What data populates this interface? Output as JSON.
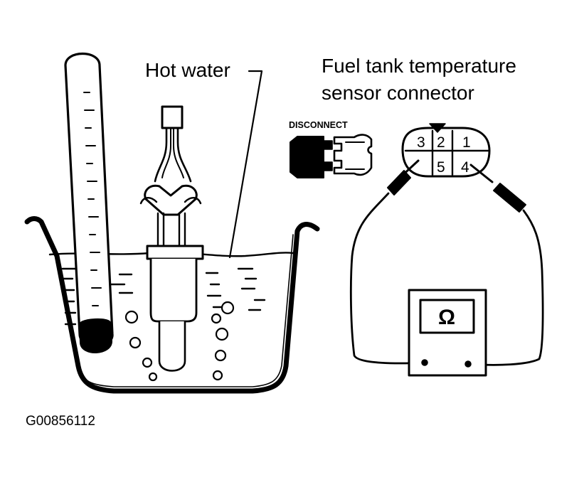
{
  "labels": {
    "hot_water": "Hot water",
    "connector_line1": "Fuel tank temperature",
    "connector_line2": "sensor connector",
    "disconnect": "DISCONNECT",
    "figure_code": "G00856112"
  },
  "connector_pins": {
    "top": [
      "3",
      "2",
      "1"
    ],
    "bottom": [
      "5",
      "4"
    ]
  },
  "meter": {
    "symbol": "Ω"
  }
}
